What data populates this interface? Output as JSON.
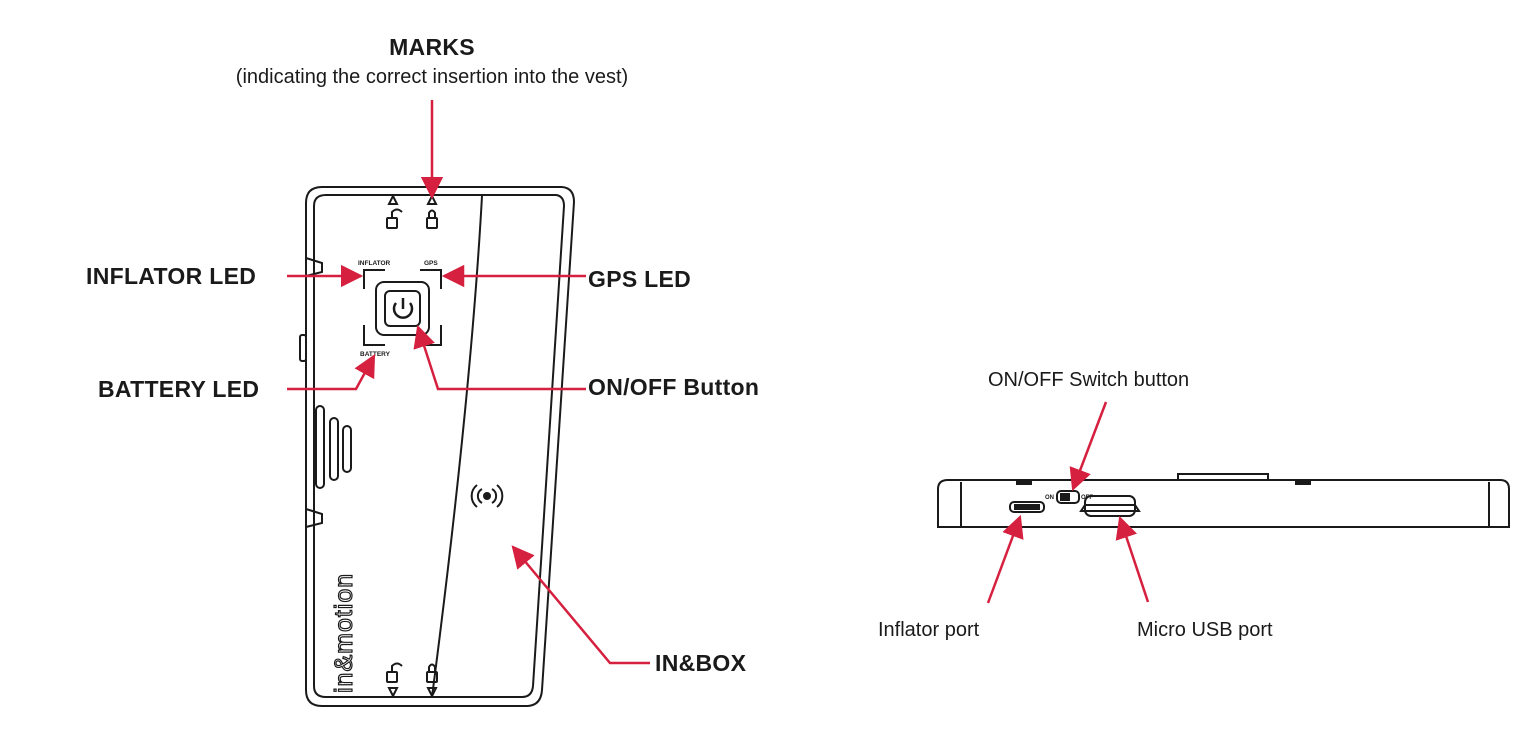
{
  "colors": {
    "line": "#1a1a1a",
    "arrow": "#d6203f",
    "background": "#ffffff"
  },
  "labels": {
    "marks_title": "MARKS",
    "marks_subtitle": "(indicating the correct insertion into the vest)",
    "inflator_led": "INFLATOR LED",
    "gps_led": "GPS LED",
    "battery_led": "BATTERY LED",
    "onoff_button": "ON/OFF Button",
    "inbox": "IN&BOX",
    "onoff_switch": "ON/OFF Switch button",
    "inflator_port": "Inflator port",
    "micro_usb_port": "Micro USB port"
  },
  "device": {
    "led_inflator": "INFLATOR",
    "led_gps": "GPS",
    "led_battery": "BATTERY",
    "brand": "in&motion",
    "switch_on": "ON",
    "switch_off": "OFF"
  },
  "icons": {
    "power": "power-icon",
    "wireless": "wireless-icon",
    "lock_open": "lock-open-icon",
    "lock_closed": "lock-closed-icon",
    "triangle": "triangle-mark-icon"
  }
}
